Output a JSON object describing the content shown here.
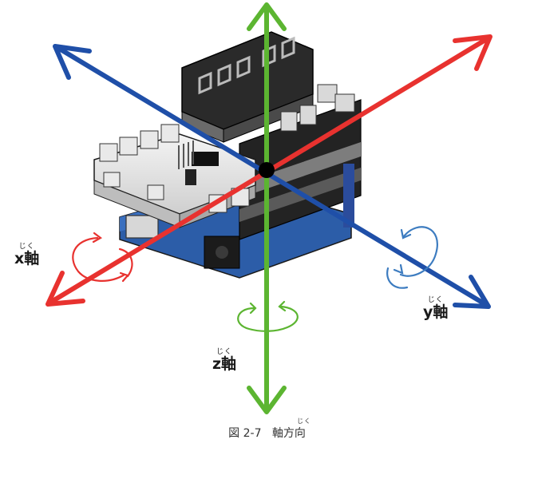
{
  "labels": {
    "x_axis": {
      "ruby": "じく",
      "text": "x軸"
    },
    "y_axis": {
      "ruby": "じく",
      "text": "y軸"
    },
    "z_axis": {
      "ruby": "じく",
      "text": "z軸"
    }
  },
  "caption": {
    "number": "図 2-7",
    "ruby": "じく",
    "text": "軸方向"
  },
  "colors": {
    "x_axis": "#e8322f",
    "y_axis": "#1f4fa8",
    "z_axis": "#5cb531",
    "y_rotation": "#3d7cc0",
    "origin": "#000000"
  }
}
